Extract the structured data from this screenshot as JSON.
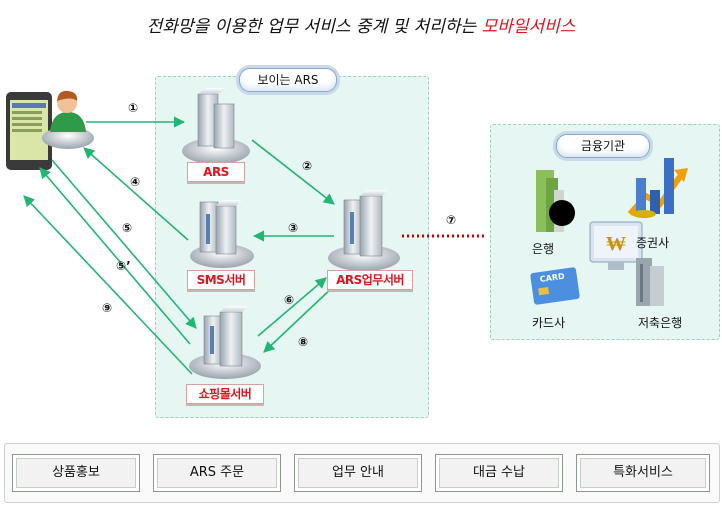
{
  "title": {
    "main": "전화망을 이용한 업무 서비스 중계 및 처리하는",
    "highlight": "모바일서비스"
  },
  "panels": {
    "ars_group": "보이는 ARS",
    "finance_group": "금융기관"
  },
  "nodes": {
    "ars": "ARS",
    "sms": "SMS서버",
    "ars_business": "ARS업무서버",
    "shopping": "쇼핑몰서버"
  },
  "steps": [
    "①",
    "②",
    "③",
    "④",
    "⑤",
    "⑤’",
    "⑥",
    "⑦",
    "⑧",
    "⑨"
  ],
  "finance": {
    "bank": "은행",
    "securities": "증권사",
    "card": "카드사",
    "savings": "저축은행",
    "card_text": "CARD",
    "won_sign": "₩"
  },
  "services": [
    "상품홍보",
    "ARS 주문",
    "업무 안내",
    "대금 수납",
    "특화서비스"
  ],
  "colors": {
    "arrow": "#22b573",
    "highlight": "#e0141e",
    "panel": "#e6f6f2",
    "dotted_link": "#cc0000"
  }
}
